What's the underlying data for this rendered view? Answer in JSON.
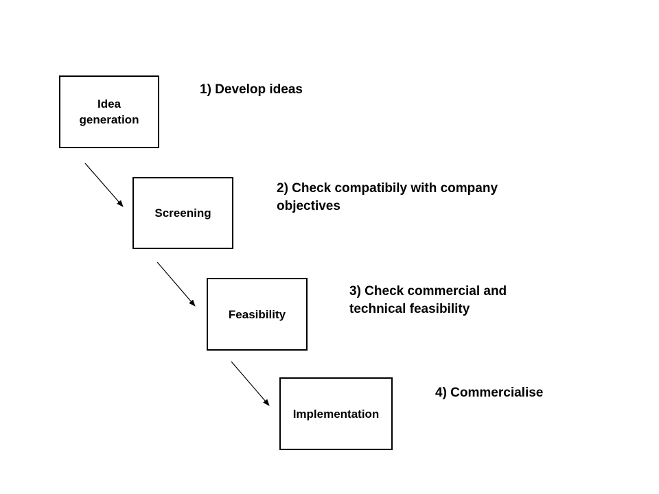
{
  "stages": [
    {
      "label": "Idea\ngeneration",
      "description": [
        "1) Develop ideas"
      ]
    },
    {
      "label": "Screening",
      "description": [
        "2) Check compatibily with company",
        "objectives"
      ]
    },
    {
      "label": "Feasibility",
      "description": [
        "3) Check commercial and",
        "technical feasibility"
      ]
    },
    {
      "label": "Implementation",
      "description": [
        "4) Commercialise"
      ]
    }
  ],
  "colors": {
    "stroke": "#000000",
    "background": "#ffffff",
    "text": "#000000"
  }
}
